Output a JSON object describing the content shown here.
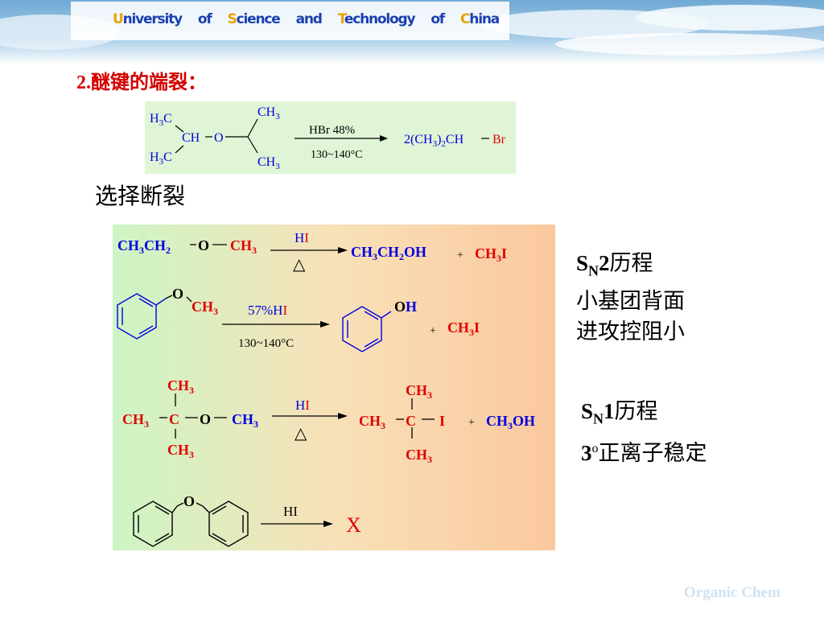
{
  "header": {
    "words": [
      {
        "cap": "U",
        "rest": "niversity"
      },
      {
        "cap": "",
        "rest": "of"
      },
      {
        "cap": "S",
        "rest": "cience"
      },
      {
        "cap": "",
        "rest": "and"
      },
      {
        "cap": "T",
        "rest": "echnology"
      },
      {
        "cap": "",
        "rest": "of"
      },
      {
        "cap": "C",
        "rest": "hina"
      }
    ]
  },
  "section_title": "2.醚键的端裂：",
  "reaction1": {
    "h3c": "H",
    "three": "3",
    "c": "C",
    "ch": "CH",
    "o": "O",
    "ch3_top": "CH",
    "reagent": "HBr 48%",
    "condition": "130~140°C",
    "product_prefix": "2(CH",
    "product_mid": ")",
    "product_two": "2",
    "product_ch": "CH",
    "product_br": "Br"
  },
  "subtitle": "选择断裂",
  "reaction2": {
    "ch": "CH",
    "three": "3",
    "two": "2",
    "o": "O",
    "h": "H",
    "i": "I",
    "delta": "△",
    "plus": "+",
    "oh": "OH"
  },
  "reaction3": {
    "o": "O",
    "ch": "CH",
    "three": "3",
    "reagent_prefix": "57%H",
    "i": "I",
    "condition": "130~140°C",
    "oh_o": "O",
    "oh_h": "H",
    "plus": "+"
  },
  "reaction4": {
    "ch": "CH",
    "three": "3",
    "c": "C",
    "o": "O",
    "h": "H",
    "i": "I",
    "delta": "△",
    "plus": "+",
    "oh": "OH"
  },
  "reaction5": {
    "o": "O",
    "reagent": "HI",
    "result": "X"
  },
  "note1": {
    "s": "S",
    "n": "N",
    "order": "2",
    "line1_rest": "历程",
    "line2": "小基团背面",
    "line3": "进攻控阻小"
  },
  "note2": {
    "s": "S",
    "n": "N",
    "order": "1",
    "line1_rest": "历程",
    "three": "3",
    "sup_o": "o",
    "line2_rest": "正离子稳定"
  },
  "footer": "Organic Chem",
  "colors": {
    "blue": "#0000e0",
    "red": "#e00000",
    "gold": "#e8a400",
    "green_box": "#dff5d5"
  }
}
